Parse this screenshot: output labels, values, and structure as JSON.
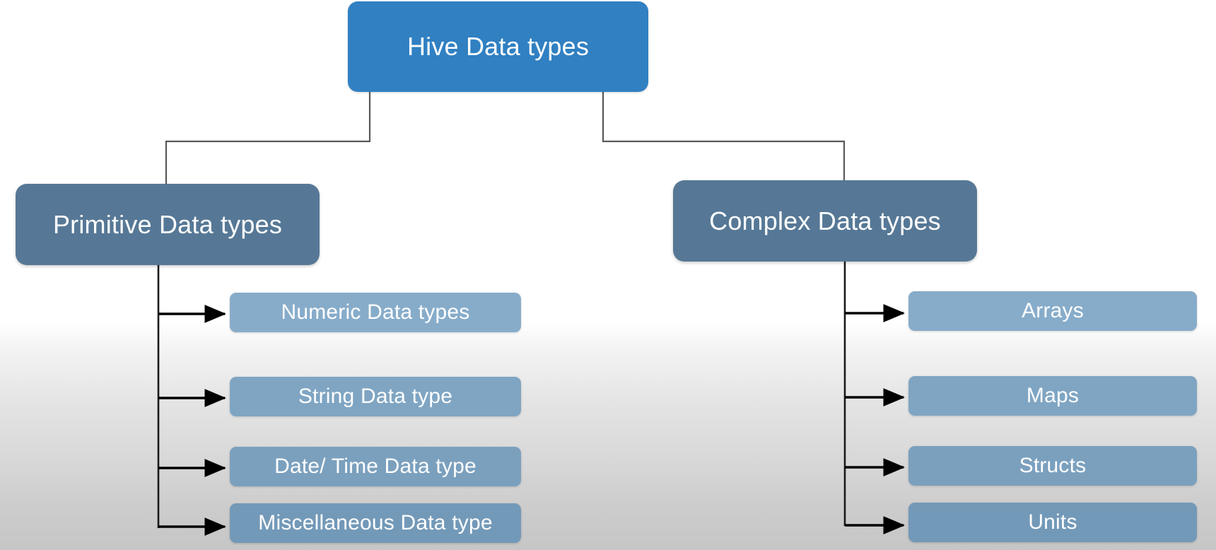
{
  "diagram": {
    "title": "Hive Data types",
    "type": "tree-hierarchy",
    "background": {
      "top_color": "#ffffff",
      "bottom_color": "#c6c6c6"
    },
    "root": {
      "label": "Hive Data types",
      "color": "#3080c2",
      "text_color": "#ffffff"
    },
    "branches": [
      {
        "label": "Primitive Data types",
        "color": "#567896",
        "text_color": "#ffffff",
        "children": [
          {
            "label": "Numeric Data types",
            "color": "#87acca"
          },
          {
            "label": "String Data type",
            "color": "#7fa5c3"
          },
          {
            "label": "Date/ Time Data type",
            "color": "#7ba0be"
          },
          {
            "label": "Miscellaneous Data type",
            "color": "#7399b8"
          }
        ]
      },
      {
        "label": "Complex Data types",
        "color": "#567896",
        "text_color": "#ffffff",
        "children": [
          {
            "label": "Arrays",
            "color": "#87acca"
          },
          {
            "label": "Maps",
            "color": "#7fa5c3"
          },
          {
            "label": "Structs",
            "color": "#7ba0be"
          },
          {
            "label": "Units",
            "color": "#7399b8"
          }
        ]
      }
    ],
    "connectors": {
      "style": "elbow",
      "line_color": "#595959",
      "arrow_color": "#000000",
      "arrow_head": "filled-triangle"
    }
  }
}
